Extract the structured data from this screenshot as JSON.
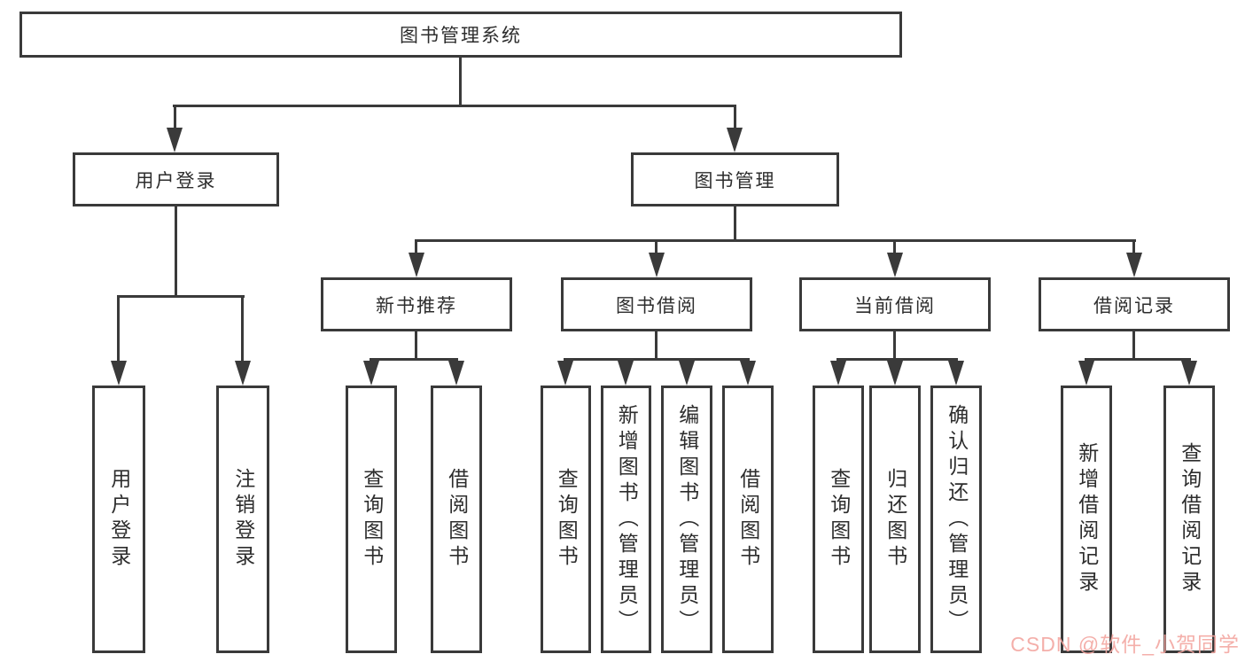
{
  "colors": {
    "line": "#3a3a3a",
    "text": "#2d2d2d",
    "watermark": "#f3a6a1"
  },
  "watermark": {
    "text": "CSDN @软件_小贺同学"
  },
  "tree": {
    "root": {
      "label": "图书管理系统",
      "children": [
        {
          "label": "用户登录",
          "children": [
            {
              "label": "用户登录"
            },
            {
              "label": "注销登录"
            }
          ]
        },
        {
          "label": "图书管理",
          "children": [
            {
              "label": "新书推荐",
              "children": [
                {
                  "label": "查询图书"
                },
                {
                  "label": "借阅图书"
                }
              ]
            },
            {
              "label": "图书借阅",
              "children": [
                {
                  "label": "查询图书"
                },
                {
                  "label": "新增图书（管理员）"
                },
                {
                  "label": "编辑图书（管理员）"
                },
                {
                  "label": "借阅图书"
                }
              ]
            },
            {
              "label": "当前借阅",
              "children": [
                {
                  "label": "查询图书"
                },
                {
                  "label": "归还图书"
                },
                {
                  "label": "确认归还（管理员）"
                }
              ]
            },
            {
              "label": "借阅记录",
              "children": [
                {
                  "label": "新增借阅记录"
                },
                {
                  "label": "查询借阅记录"
                }
              ]
            }
          ]
        }
      ]
    }
  }
}
